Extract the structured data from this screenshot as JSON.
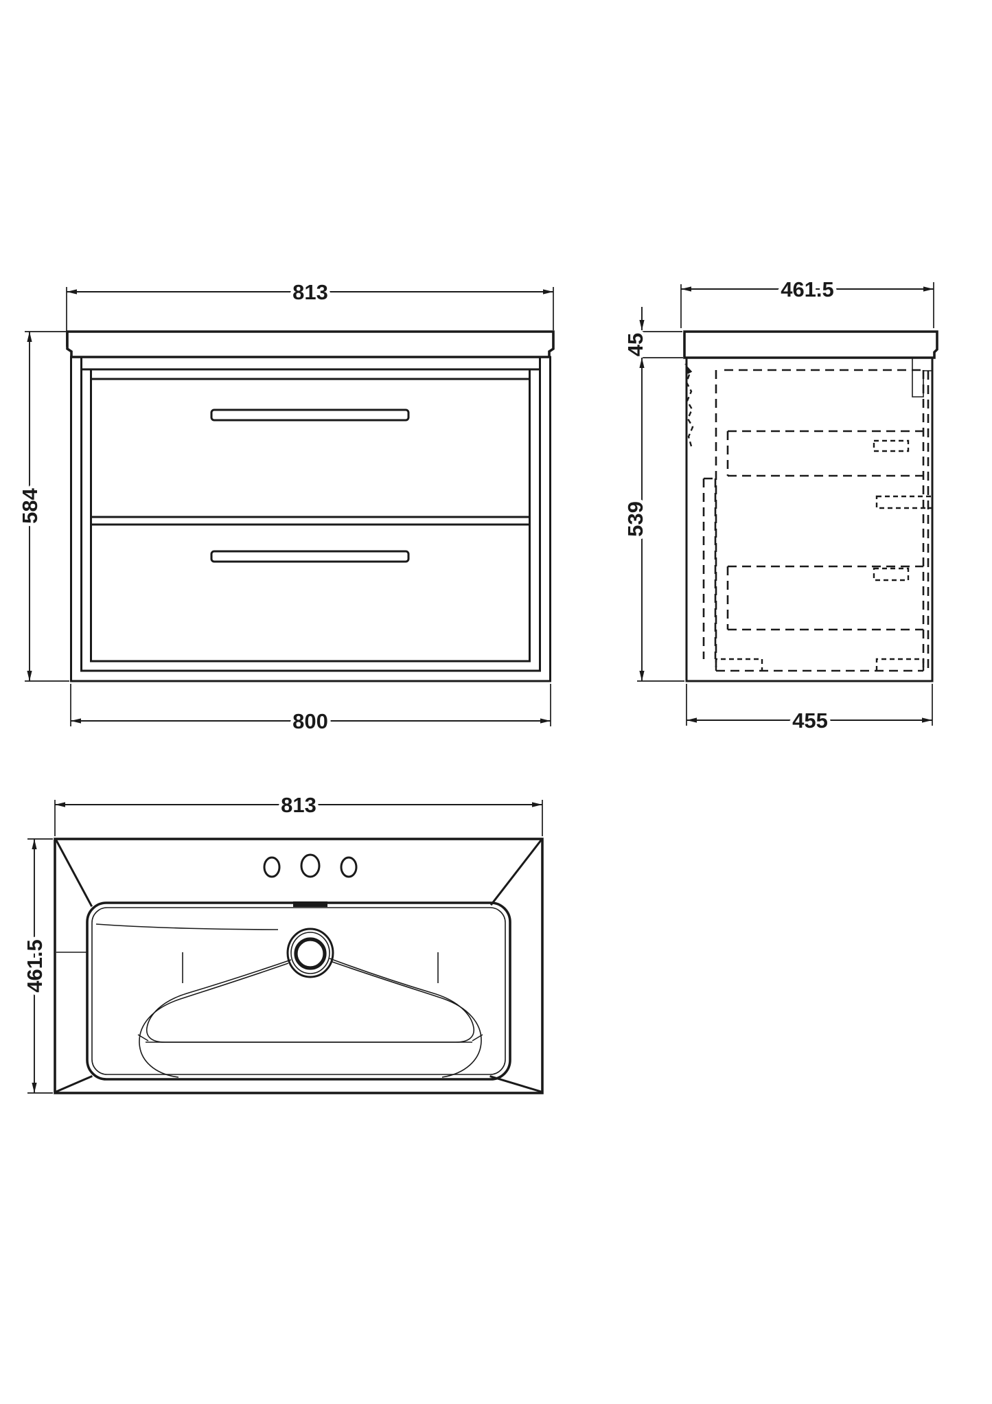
{
  "drawing": {
    "kind": "bathroom-vanity-technical-drawing",
    "background": "#ffffff",
    "line_color": "#1a1a1a",
    "views": {
      "front": "front-elevation",
      "side": "side-elevation",
      "plan": "basin-plan"
    },
    "dims": {
      "front_overall_width": "813",
      "front_overall_height": "584",
      "front_cabinet_width": "800",
      "side_overall_depth": "461.5",
      "side_worktop_thickness": "45",
      "side_cabinet_height": "539",
      "side_cabinet_depth": "455",
      "plan_basin_width": "813",
      "plan_basin_depth": "461.5"
    }
  }
}
